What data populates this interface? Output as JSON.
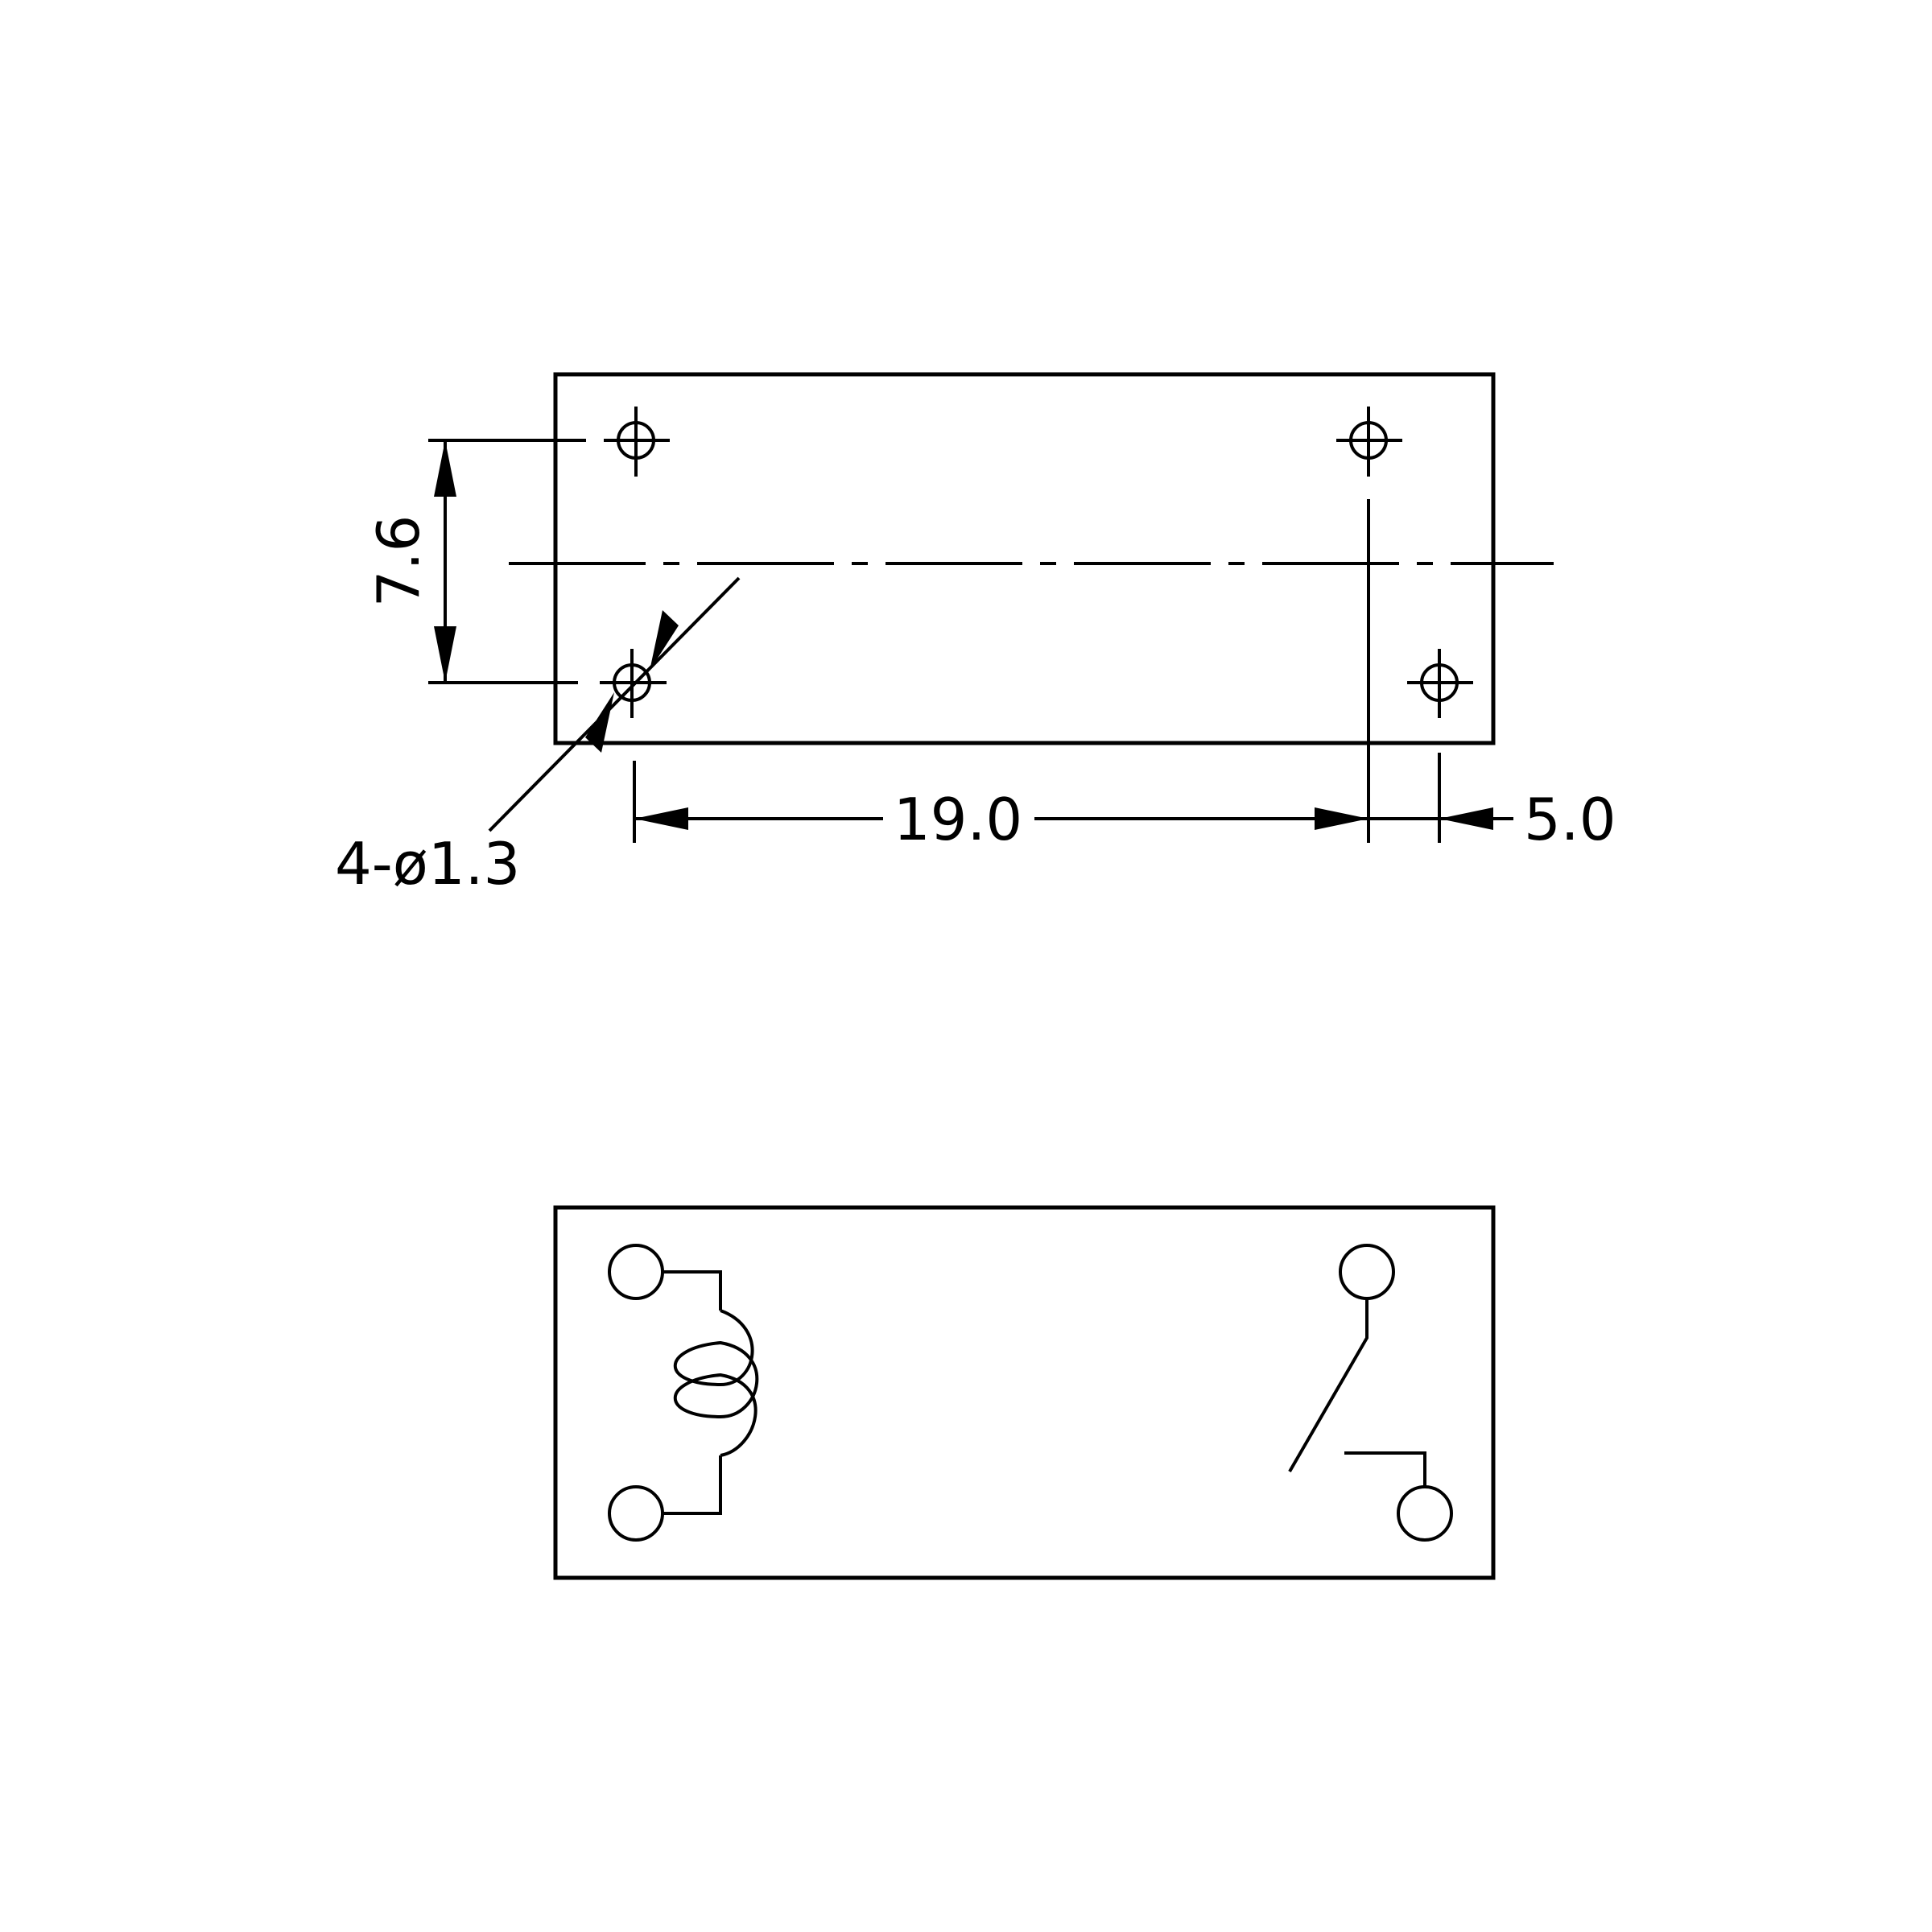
{
  "diagram": {
    "footprint_view": {
      "hole_spec_label": "4-ø1.3",
      "dim_vertical_label": "7.6",
      "dim_horizontal_label": "19.0",
      "dim_offset_label": "5.0"
    },
    "schematic_view": {
      "components": [
        "coil",
        "switch-contact"
      ]
    }
  }
}
